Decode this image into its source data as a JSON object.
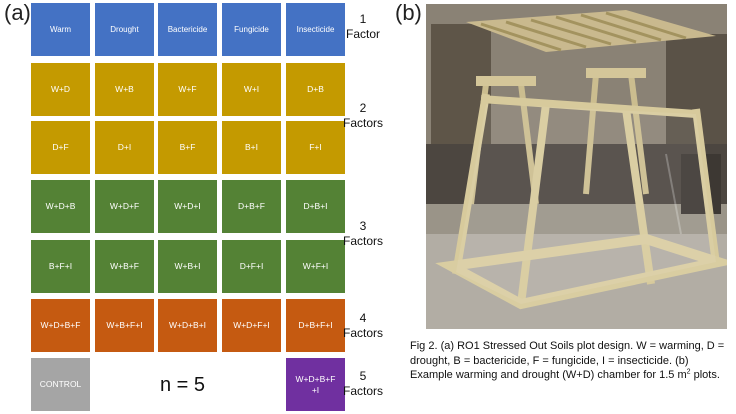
{
  "panel_a": {
    "label": "(a)",
    "rows": [
      {
        "color": "blue",
        "tiles": [
          "Warm",
          "Drought",
          "Bactericide",
          "Fungicide",
          "Insecticide"
        ]
      },
      {
        "color": "gold",
        "tiles": [
          "W+D",
          "W+B",
          "W+F",
          "W+I",
          "D+B"
        ]
      },
      {
        "color": "gold",
        "tiles": [
          "D+F",
          "D+I",
          "B+F",
          "B+I",
          "F+I"
        ]
      },
      {
        "color": "green",
        "tiles": [
          "W+D+B",
          "W+D+F",
          "W+D+I",
          "D+B+F",
          "D+B+I"
        ]
      },
      {
        "color": "green",
        "tiles": [
          "B+F+I",
          "W+B+F",
          "W+B+I",
          "D+F+I",
          "W+F+I"
        ]
      },
      {
        "color": "orange",
        "tiles": [
          "W+D+B+F",
          "W+B+F+I",
          "W+D+B+I",
          "W+D+F+I",
          "D+B+F+I"
        ]
      }
    ],
    "control": "CONTROL",
    "all_factors": "W+D+B+F\n+I",
    "n_label": "n = 5",
    "factor_labels": [
      {
        "num": "1",
        "word": "Factor"
      },
      {
        "num": "2",
        "word": "Factors"
      },
      {
        "num": "3",
        "word": "Factors"
      },
      {
        "num": "4",
        "word": "Factors"
      },
      {
        "num": "5",
        "word": "Factors"
      }
    ],
    "colors": {
      "blue": "#4472c4",
      "gold": "#c49a00",
      "green": "#548235",
      "orange": "#c55a11",
      "gray": "#a5a5a5",
      "purple": "#7030a0"
    }
  },
  "panel_b": {
    "label": "(b)",
    "photo_description_icon": "warming-chamber-photo"
  },
  "caption": {
    "main": "Fig 2. (a) RO1 Stressed Out Soils plot design. W = warming, D = drought, B = bactericide, F = fungicide, I = insecticide. (b) Example warming and drought (W+D) chamber for 1.5 m",
    "sup": "2",
    "end": " plots."
  }
}
